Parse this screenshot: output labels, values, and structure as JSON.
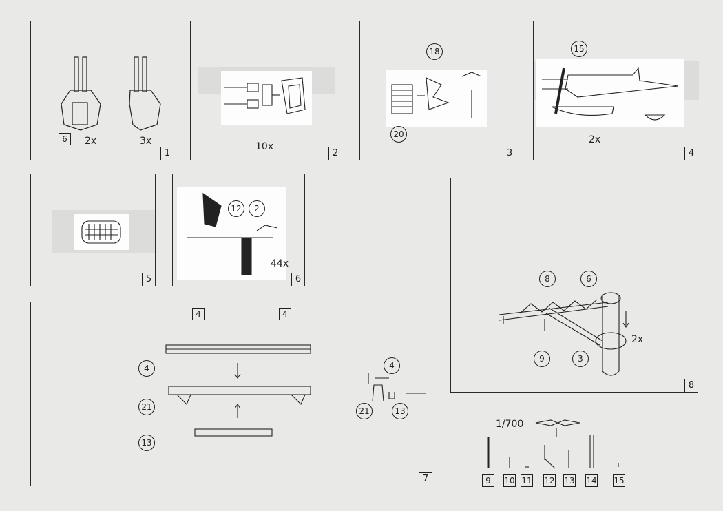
{
  "panels": [
    {
      "number": "1",
      "qty_left": "2x",
      "qty_right": "3x",
      "callout": "6"
    },
    {
      "number": "2",
      "qty": "10x"
    },
    {
      "number": "3",
      "callout_top": "18",
      "callout_bottom": "20"
    },
    {
      "number": "4",
      "callout": "15",
      "qty": "2x"
    },
    {
      "number": "5"
    },
    {
      "number": "6",
      "callout_a": "12",
      "callout_b": "2",
      "qty": "44x"
    },
    {
      "number": "7",
      "labels": {
        "box_a": "4",
        "box_b": "4",
        "left_a": "4",
        "left_b": "21",
        "left_c": "13",
        "detail_top": "4",
        "detail_left": "21",
        "detail_right": "13"
      }
    },
    {
      "number": "8",
      "callouts": {
        "a": "8",
        "b": "6",
        "c": "9",
        "d": "3"
      },
      "qty": "2x"
    }
  ],
  "scale": {
    "label": "1/700"
  },
  "parts": [
    "9",
    "10",
    "11",
    "12",
    "13",
    "14",
    "15"
  ]
}
